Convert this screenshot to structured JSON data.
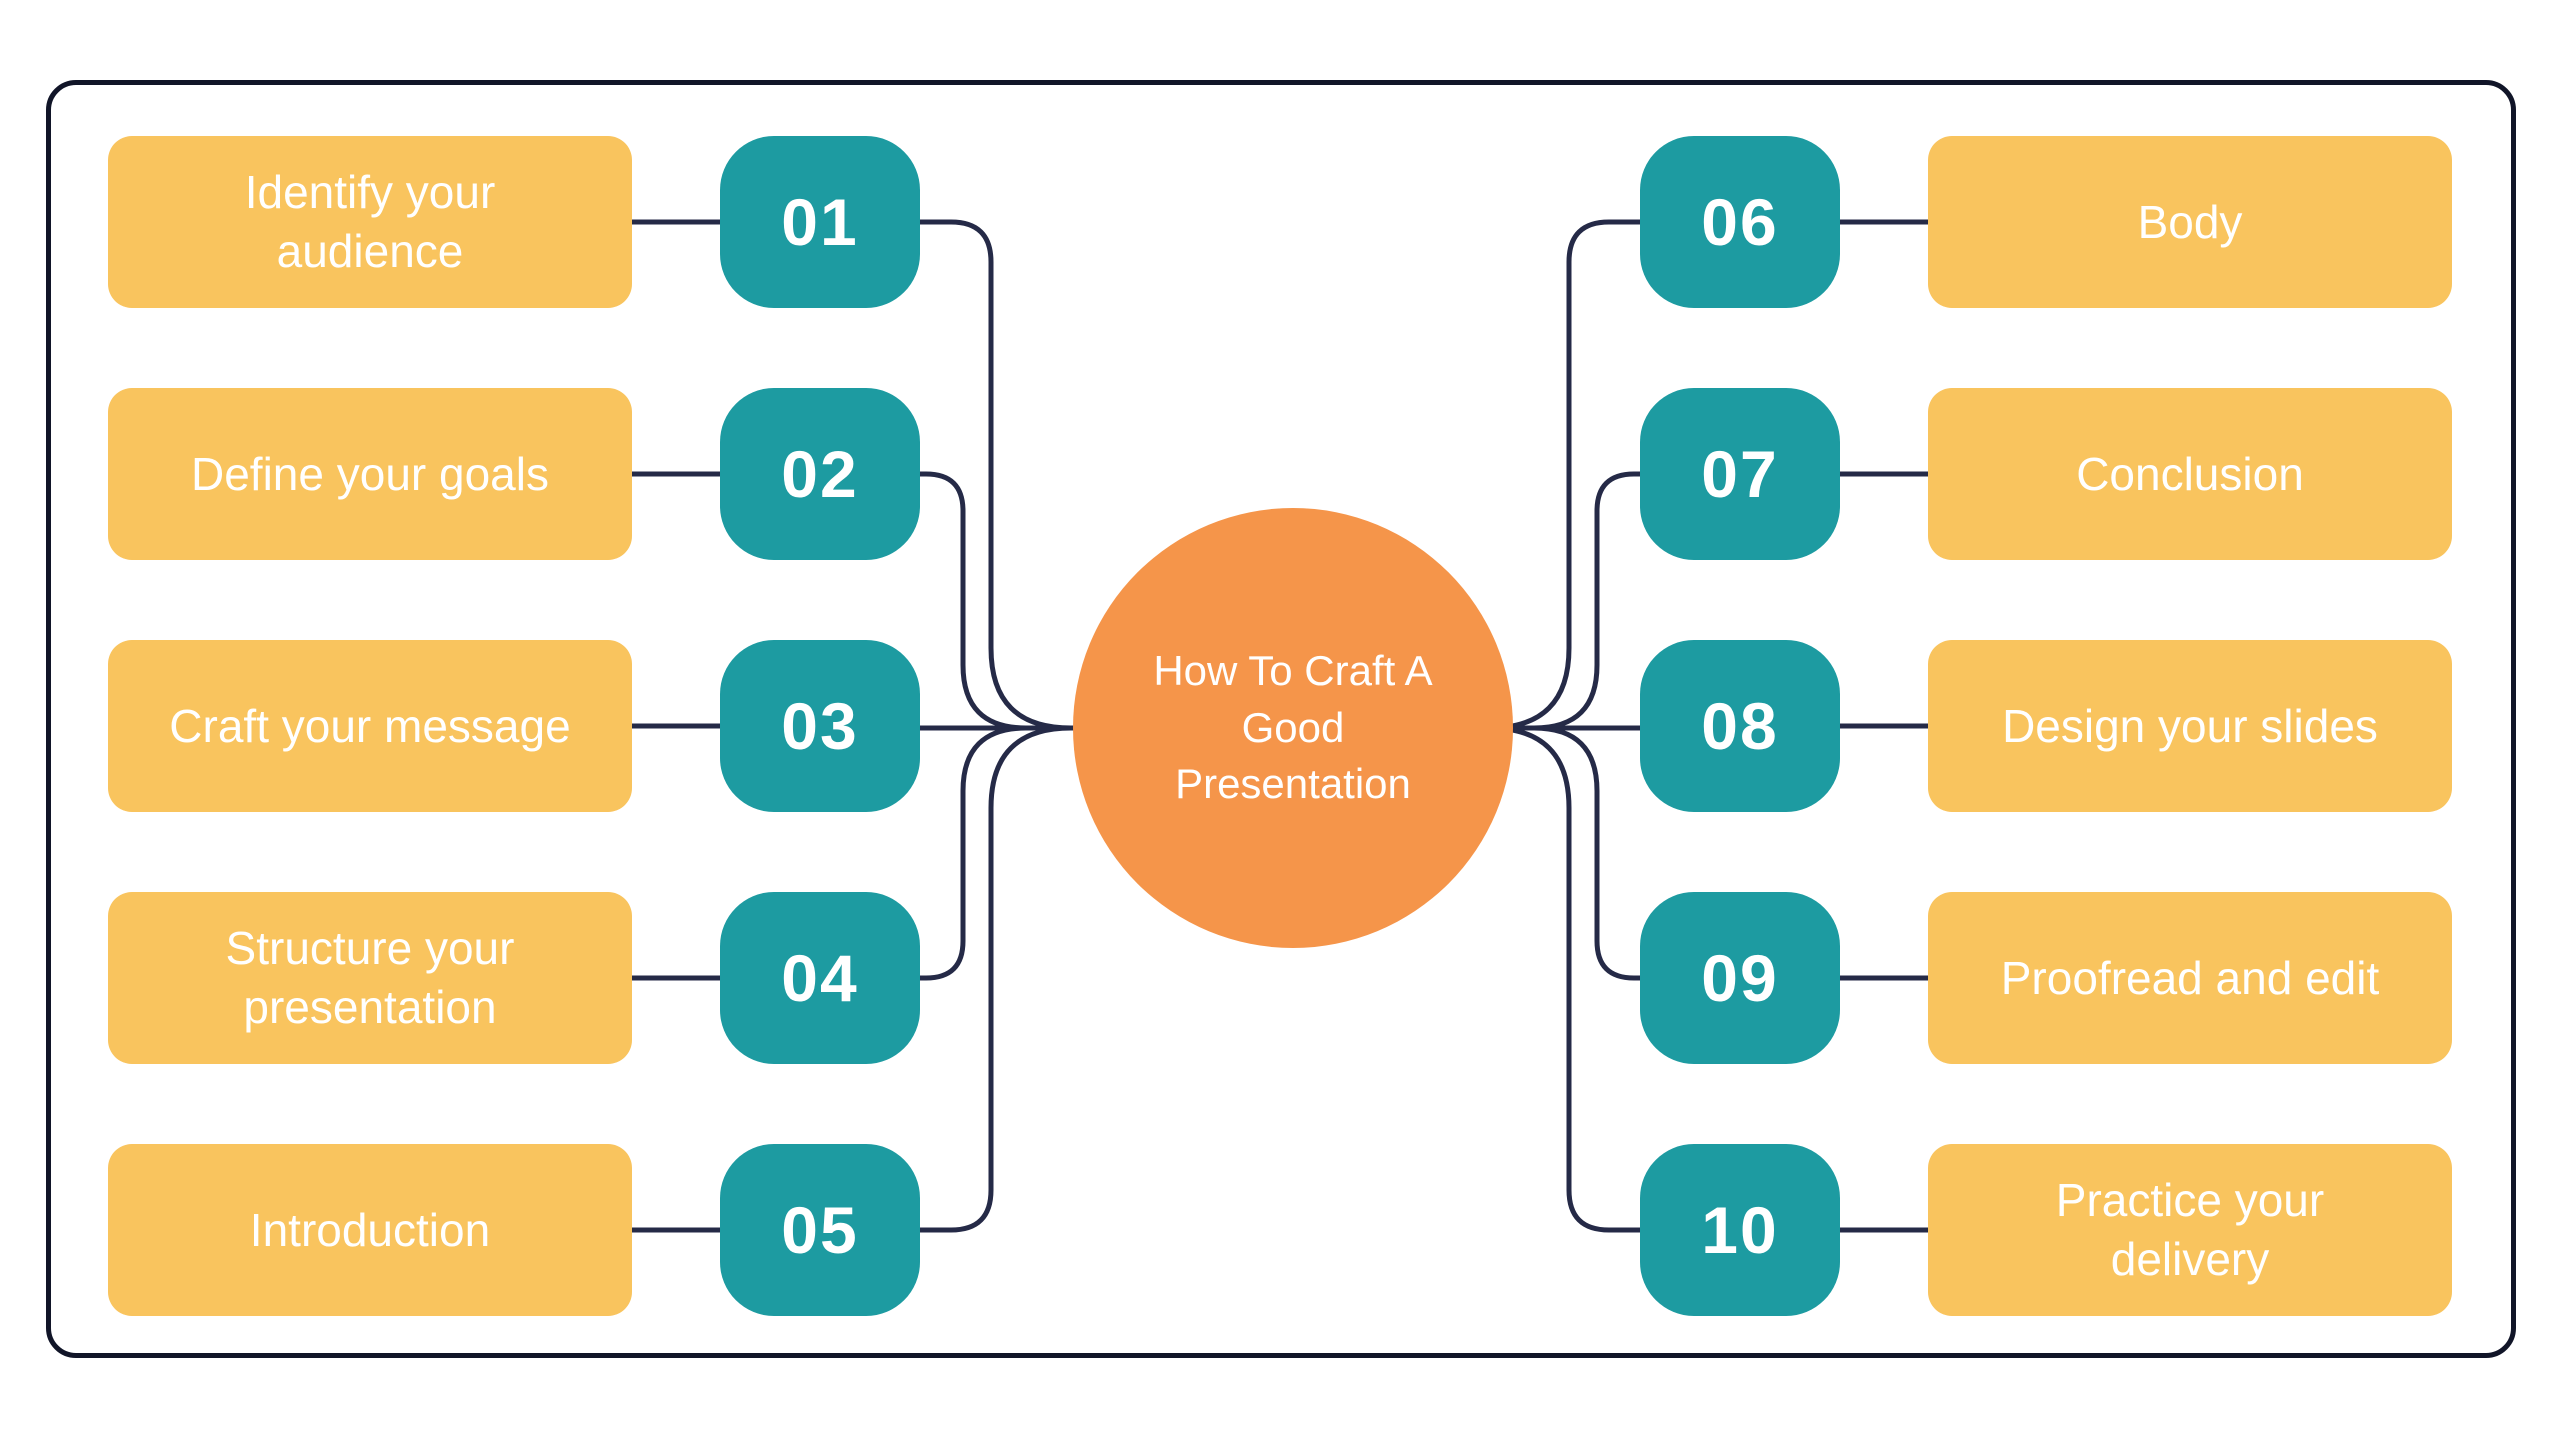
{
  "title": "How To Craft A Good Presentation",
  "center": {
    "title_lines": [
      "How To Craft A",
      "Good",
      "Presentation"
    ]
  },
  "left_items": [
    {
      "number": "01",
      "label": "Identify your audience"
    },
    {
      "number": "02",
      "label": "Define your goals"
    },
    {
      "number": "03",
      "label": "Craft your message"
    },
    {
      "number": "04",
      "label": "Structure your presentation"
    },
    {
      "number": "05",
      "label": "Introduction"
    }
  ],
  "right_items": [
    {
      "number": "06",
      "label": "Body"
    },
    {
      "number": "07",
      "label": "Conclusion"
    },
    {
      "number": "08",
      "label": "Design your slides"
    },
    {
      "number": "09",
      "label": "Proofread and edit"
    },
    {
      "number": "10",
      "label": "Practice your delivery"
    }
  ],
  "colors": {
    "yellow": "#F9C45E",
    "teal": "#1D9BA1",
    "orange": "#F5954A",
    "line": "#252A47",
    "frame": "#111528",
    "text": "#FFFFFF",
    "bg": "#FFFFFF"
  }
}
